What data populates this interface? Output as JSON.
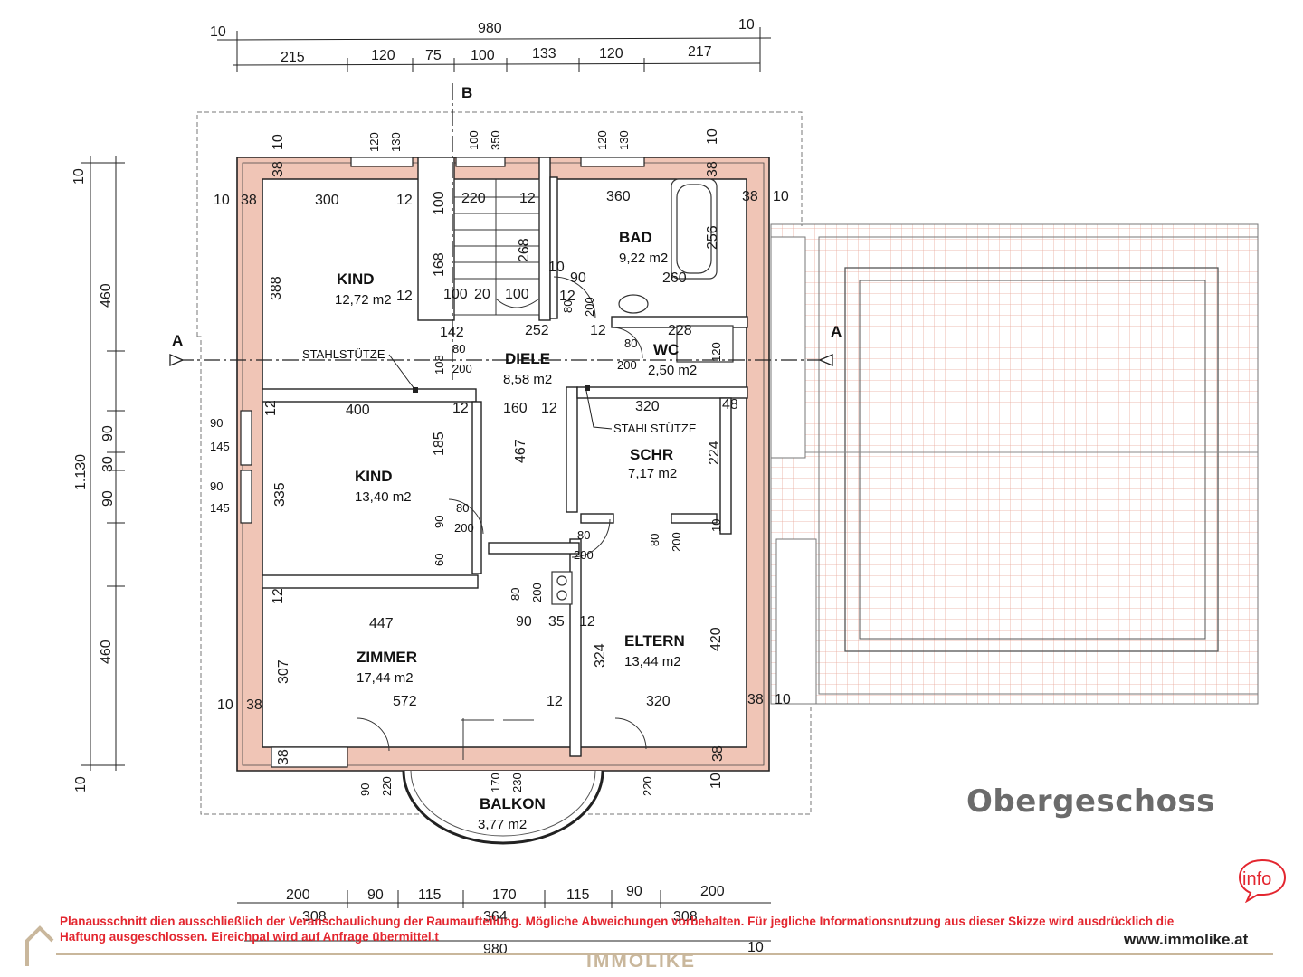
{
  "floor_title": "Obergeschoss",
  "disclaimer": "Planausschnitt dien ausschließlich der Veranschaulichung der Raumaufteilung. Mögliche Abweichungen vorbehalten.  Für jegliche Informationsnutzung aus dieser Skizze wird ausdrücklich die Haftung ausgeschlossen. Eireichpal wird auf Anfrage übermittel.t",
  "website": "www.immolike.at",
  "brand": "IMMOLIKE",
  "info_badge": "info",
  "section_labels": {
    "a_left": "A",
    "a_right": "A",
    "b_top": "B"
  },
  "rooms": {
    "kind1": {
      "name": "KIND",
      "area": "12,72 m2"
    },
    "bad": {
      "name": "BAD",
      "area": "9,22 m2"
    },
    "diele": {
      "name": "DIELE",
      "area": "8,58 m2"
    },
    "wc": {
      "name": "WC",
      "area": "2,50 m2"
    },
    "kind2": {
      "name": "KIND",
      "area": "13,40 m2"
    },
    "schr": {
      "name": "SCHR",
      "area": "7,17 m2"
    },
    "zimmer": {
      "name": "ZIMMER",
      "area": "17,44 m2"
    },
    "eltern": {
      "name": "ELTERN",
      "area": "13,44 m2"
    },
    "balkon": {
      "name": "BALKON",
      "area": "3,77 m2"
    }
  },
  "annotations": {
    "stahl1": "STAHLSTÜTZE",
    "stahl2": "STAHLSTÜTZE"
  },
  "dims": {
    "top_total": "980",
    "top_left10": "10",
    "top_right10": "10",
    "top_segments": [
      "215",
      "120",
      "75",
      "100",
      "133",
      "120",
      "217"
    ],
    "bottom_segments": [
      "200",
      "90",
      "115",
      "170",
      "115",
      "90",
      "200"
    ],
    "bottom_mid": [
      "308",
      "364",
      "308"
    ],
    "bottom_total": "980",
    "bottom_right10": "10",
    "left_outer": [
      "10",
      "460",
      "1.130",
      "460",
      "10"
    ],
    "left_inner": [
      "90",
      "145",
      "30",
      "90",
      "145"
    ],
    "interior": {
      "kind1_w": "300",
      "kind1_h": "388",
      "wall38a": "38",
      "wall10a": "10",
      "w12a": "12",
      "stair220": "220",
      "stair12": "12",
      "stair268": "268",
      "bad360": "360",
      "bad38": "38",
      "bad10": "10",
      "bad256": "256",
      "bad260": "260",
      "s100a": "100",
      "s20": "20",
      "s100b": "100",
      "s168": "168",
      "s100c": "100",
      "s12b": "12",
      "s12c": "12",
      "s10": "10",
      "s90": "90",
      "s80a": "80",
      "s200a": "200",
      "s142": "142",
      "s252": "252",
      "s12d": "12",
      "wc228": "228",
      "wc80": "80",
      "wc200": "200",
      "wc120": "120",
      "d108": "108",
      "d80": "80",
      "d200": "200",
      "k2_400": "400",
      "k2_12a": "12",
      "k2_12b": "12",
      "d160": "160",
      "d12e": "12",
      "schr320": "320",
      "schr48": "48",
      "schr224": "224",
      "k2_335": "335",
      "k2_185": "185",
      "d467": "467",
      "k2_80": "80",
      "k2_200": "200",
      "k2_90": "90",
      "k2_60": "60",
      "e80": "80",
      "e200": "200",
      "e10": "10",
      "e80b": "80",
      "e200b": "200",
      "z12a": "12",
      "z447": "447",
      "z90": "90",
      "z35": "35",
      "z12b": "12",
      "z80": "80",
      "z200": "200",
      "z307": "307",
      "e324": "324",
      "e420": "420",
      "z10": "10",
      "z38": "38",
      "z572": "572",
      "z12c": "12",
      "e320": "320",
      "e38": "38",
      "e10b": "10",
      "b38a": "38",
      "b90": "90",
      "b220": "220",
      "b170": "170",
      "b230": "230",
      "b220b": "220",
      "b10": "10",
      "b38b": "38",
      "k1_12": "12",
      "top120a": "120",
      "top130a": "130",
      "top100": "100",
      "top350": "350",
      "top120b": "120",
      "top130b": "130",
      "top10": "10",
      "top38": "38",
      "top10b": "10",
      "top38b": "38"
    }
  }
}
